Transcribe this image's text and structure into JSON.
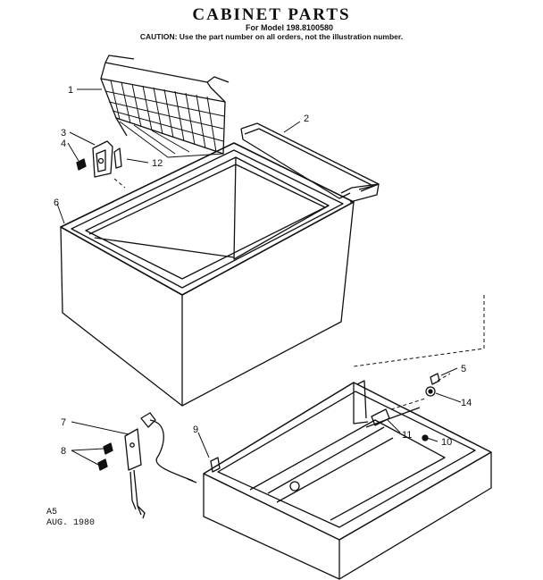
{
  "header": {
    "title": "CABINET PARTS",
    "model": "For Model 198.8100580",
    "caution": "CAUTION: Use the part number on all orders, not the illustration number."
  },
  "callouts": [
    "1",
    "2",
    "3",
    "4",
    "5",
    "6",
    "7",
    "8",
    "9",
    "10",
    "11",
    "12",
    "14"
  ],
  "footer": {
    "revision": "A5",
    "date": "AUG. 1980"
  }
}
